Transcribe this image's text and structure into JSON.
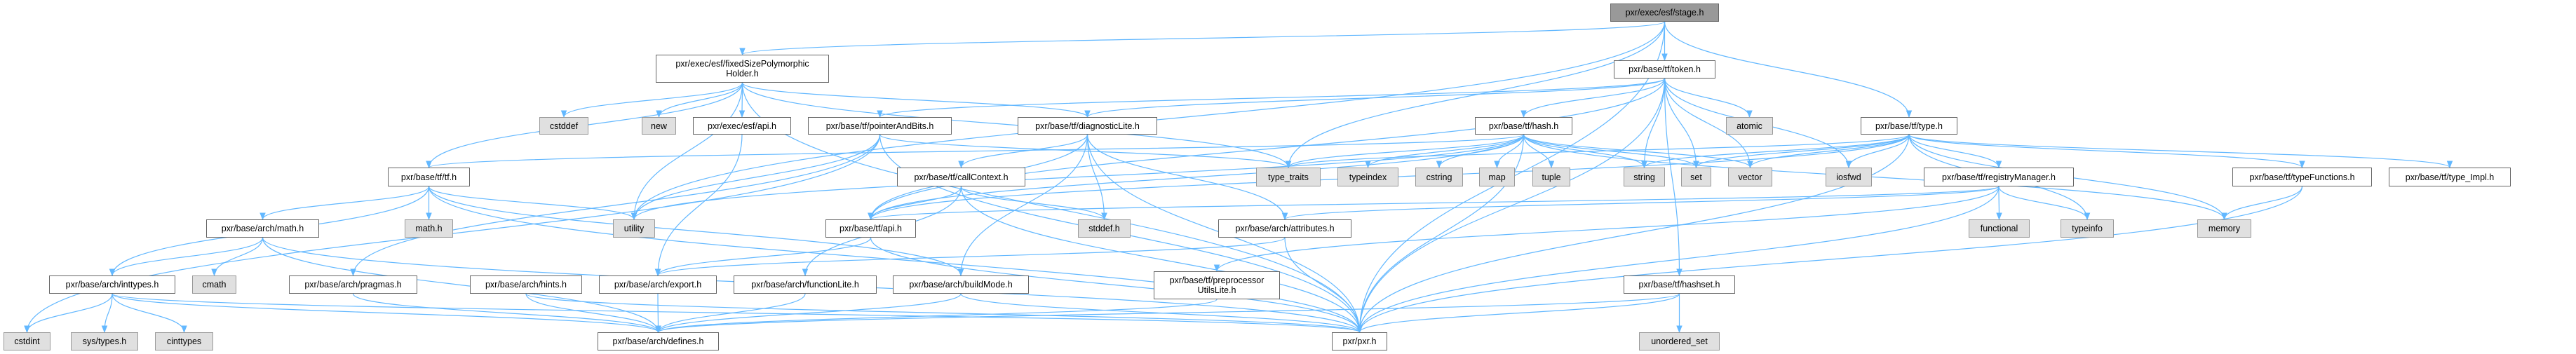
{
  "graph": {
    "edge_color": "#63b8ff",
    "nodes": {
      "stage": {
        "label": "pxr/exec/esf/stage.h",
        "kind": "root"
      },
      "fixedSize": {
        "label": "pxr/exec/esf/fixedSizePolymorphic\nHolder.h",
        "kind": "file"
      },
      "token": {
        "label": "pxr/base/tf/token.h",
        "kind": "file"
      },
      "cstddef": {
        "label": "cstddef",
        "kind": "sys"
      },
      "new": {
        "label": "new",
        "kind": "sys"
      },
      "esfApi": {
        "label": "pxr/exec/esf/api.h",
        "kind": "file"
      },
      "pointerAndBits": {
        "label": "pxr/base/tf/pointerAndBits.h",
        "kind": "file"
      },
      "diagnosticLite": {
        "label": "pxr/base/tf/diagnosticLite.h",
        "kind": "file"
      },
      "hash": {
        "label": "pxr/base/tf/hash.h",
        "kind": "file"
      },
      "atomic": {
        "label": "atomic",
        "kind": "sys"
      },
      "type": {
        "label": "pxr/base/tf/type.h",
        "kind": "file"
      },
      "tf": {
        "label": "pxr/base/tf/tf.h",
        "kind": "file"
      },
      "callContext": {
        "label": "pxr/base/tf/callContext.h",
        "kind": "file"
      },
      "type_traits": {
        "label": "type_traits",
        "kind": "sys"
      },
      "typeindex": {
        "label": "typeindex",
        "kind": "sys"
      },
      "cstring": {
        "label": "cstring",
        "kind": "sys"
      },
      "map": {
        "label": "map",
        "kind": "sys"
      },
      "tuple": {
        "label": "tuple",
        "kind": "sys"
      },
      "string": {
        "label": "string",
        "kind": "sys"
      },
      "set": {
        "label": "set",
        "kind": "sys"
      },
      "vector": {
        "label": "vector",
        "kind": "sys"
      },
      "iosfwd": {
        "label": "iosfwd",
        "kind": "sys"
      },
      "registryManager": {
        "label": "pxr/base/tf/registryManager.h",
        "kind": "file"
      },
      "typeFunctions": {
        "label": "pxr/base/tf/typeFunctions.h",
        "kind": "file"
      },
      "typeImpl": {
        "label": "pxr/base/tf/type_Impl.h",
        "kind": "file"
      },
      "archMath": {
        "label": "pxr/base/arch/math.h",
        "kind": "file"
      },
      "mathh": {
        "label": "math.h",
        "kind": "sys"
      },
      "utility": {
        "label": "utility",
        "kind": "sys"
      },
      "tfApi": {
        "label": "pxr/base/tf/api.h",
        "kind": "file"
      },
      "stddef": {
        "label": "stddef.h",
        "kind": "sys"
      },
      "attributes": {
        "label": "pxr/base/arch/attributes.h",
        "kind": "file"
      },
      "functional": {
        "label": "functional",
        "kind": "sys"
      },
      "typeinfo": {
        "label": "typeinfo",
        "kind": "sys"
      },
      "memory": {
        "label": "memory",
        "kind": "sys"
      },
      "inttypes": {
        "label": "pxr/base/arch/inttypes.h",
        "kind": "file"
      },
      "cmath": {
        "label": "cmath",
        "kind": "sys"
      },
      "pragmas": {
        "label": "pxr/base/arch/pragmas.h",
        "kind": "file"
      },
      "hints": {
        "label": "pxr/base/arch/hints.h",
        "kind": "file"
      },
      "export": {
        "label": "pxr/base/arch/export.h",
        "kind": "file"
      },
      "functionLite": {
        "label": "pxr/base/arch/functionLite.h",
        "kind": "file"
      },
      "buildMode": {
        "label": "pxr/base/arch/buildMode.h",
        "kind": "file"
      },
      "preproc": {
        "label": "pxr/base/tf/preprocessor\nUtilsLite.h",
        "kind": "file"
      },
      "hashset": {
        "label": "pxr/base/tf/hashset.h",
        "kind": "file"
      },
      "cstdint": {
        "label": "cstdint",
        "kind": "sys"
      },
      "systypes": {
        "label": "sys/types.h",
        "kind": "sys"
      },
      "cinttypes": {
        "label": "cinttypes",
        "kind": "sys"
      },
      "defines": {
        "label": "pxr/base/arch/defines.h",
        "kind": "file"
      },
      "pxr": {
        "label": "pxr/pxr.h",
        "kind": "file"
      },
      "unordered_set": {
        "label": "unordered_set",
        "kind": "sys"
      }
    },
    "edges": [
      [
        "stage",
        "fixedSize"
      ],
      [
        "stage",
        "token"
      ],
      [
        "stage",
        "type"
      ],
      [
        "stage",
        "utility"
      ],
      [
        "stage",
        "type_traits"
      ],
      [
        "stage",
        "pxr"
      ],
      [
        "fixedSize",
        "cstddef"
      ],
      [
        "fixedSize",
        "new"
      ],
      [
        "fixedSize",
        "esfApi"
      ],
      [
        "fixedSize",
        "tf"
      ],
      [
        "fixedSize",
        "utility"
      ],
      [
        "fixedSize",
        "diagnosticLite"
      ],
      [
        "fixedSize",
        "type_traits"
      ],
      [
        "fixedSize",
        "pxr"
      ],
      [
        "token",
        "hash"
      ],
      [
        "token",
        "string"
      ],
      [
        "token",
        "set"
      ],
      [
        "token",
        "vector"
      ],
      [
        "token",
        "atomic"
      ],
      [
        "token",
        "iosfwd"
      ],
      [
        "token",
        "hashset"
      ],
      [
        "token",
        "pointerAndBits"
      ],
      [
        "token",
        "diagnosticLite"
      ],
      [
        "token",
        "tfApi"
      ],
      [
        "token",
        "pxr"
      ],
      [
        "hash",
        "cstring"
      ],
      [
        "hash",
        "map"
      ],
      [
        "hash",
        "tuple"
      ],
      [
        "hash",
        "string"
      ],
      [
        "hash",
        "set"
      ],
      [
        "hash",
        "vector"
      ],
      [
        "hash",
        "type_traits"
      ],
      [
        "hash",
        "typeindex"
      ],
      [
        "hash",
        "tf"
      ],
      [
        "hash",
        "tfApi"
      ],
      [
        "hash",
        "utility"
      ],
      [
        "hash",
        "memory"
      ],
      [
        "hash",
        "pxr"
      ],
      [
        "type",
        "set"
      ],
      [
        "type",
        "vector"
      ],
      [
        "type",
        "string"
      ],
      [
        "type",
        "iosfwd"
      ],
      [
        "type",
        "registryManager"
      ],
      [
        "type",
        "typeFunctions"
      ],
      [
        "type",
        "typeImpl"
      ],
      [
        "type",
        "memory"
      ],
      [
        "type",
        "typeinfo"
      ],
      [
        "type",
        "type_traits"
      ],
      [
        "type",
        "tfApi"
      ],
      [
        "type",
        "pxr"
      ],
      [
        "pointerAndBits",
        "type_traits"
      ],
      [
        "pointerAndBits",
        "utility"
      ],
      [
        "pointerAndBits",
        "cstdint"
      ],
      [
        "pointerAndBits",
        "pragmas"
      ],
      [
        "pointerAndBits",
        "pxr"
      ],
      [
        "diagnosticLite",
        "callContext"
      ],
      [
        "diagnosticLite",
        "stddef"
      ],
      [
        "diagnosticLite",
        "attributes"
      ],
      [
        "diagnosticLite",
        "buildMode"
      ],
      [
        "diagnosticLite",
        "tfApi"
      ],
      [
        "diagnosticLite",
        "pxr"
      ],
      [
        "callContext",
        "tfApi"
      ],
      [
        "callContext",
        "stddef"
      ],
      [
        "callContext",
        "functionLite"
      ],
      [
        "callContext",
        "pxr"
      ],
      [
        "tf",
        "archMath"
      ],
      [
        "tf",
        "mathh"
      ],
      [
        "tf",
        "utility"
      ],
      [
        "tf",
        "inttypes"
      ],
      [
        "tf",
        "buildMode"
      ],
      [
        "tf",
        "pxr"
      ],
      [
        "archMath",
        "inttypes"
      ],
      [
        "archMath",
        "cmath"
      ],
      [
        "archMath",
        "defines"
      ],
      [
        "archMath",
        "pxr"
      ],
      [
        "inttypes",
        "cstdint"
      ],
      [
        "inttypes",
        "systypes"
      ],
      [
        "inttypes",
        "cinttypes"
      ],
      [
        "inttypes",
        "defines"
      ],
      [
        "inttypes",
        "pxr"
      ],
      [
        "tfApi",
        "export"
      ],
      [
        "tfApi",
        "pxr"
      ],
      [
        "esfApi",
        "export"
      ],
      [
        "export",
        "defines"
      ],
      [
        "pragmas",
        "defines"
      ],
      [
        "hints",
        "defines"
      ],
      [
        "functionLite",
        "defines"
      ],
      [
        "buildMode",
        "defines"
      ],
      [
        "buildMode",
        "pxr"
      ],
      [
        "attributes",
        "export"
      ],
      [
        "attributes",
        "pxr"
      ],
      [
        "registryManager",
        "functional"
      ],
      [
        "registryManager",
        "typeinfo"
      ],
      [
        "registryManager",
        "tfApi"
      ],
      [
        "registryManager",
        "preproc"
      ],
      [
        "registryManager",
        "pxr"
      ],
      [
        "registryManager",
        "attributes"
      ],
      [
        "typeFunctions",
        "memory"
      ],
      [
        "typeFunctions",
        "pxr"
      ],
      [
        "preproc",
        "defines"
      ],
      [
        "hashset",
        "unordered_set"
      ],
      [
        "hashset",
        "pxr"
      ],
      [
        "hashset",
        "defines"
      ],
      [
        "hints",
        "pxr"
      ]
    ]
  }
}
